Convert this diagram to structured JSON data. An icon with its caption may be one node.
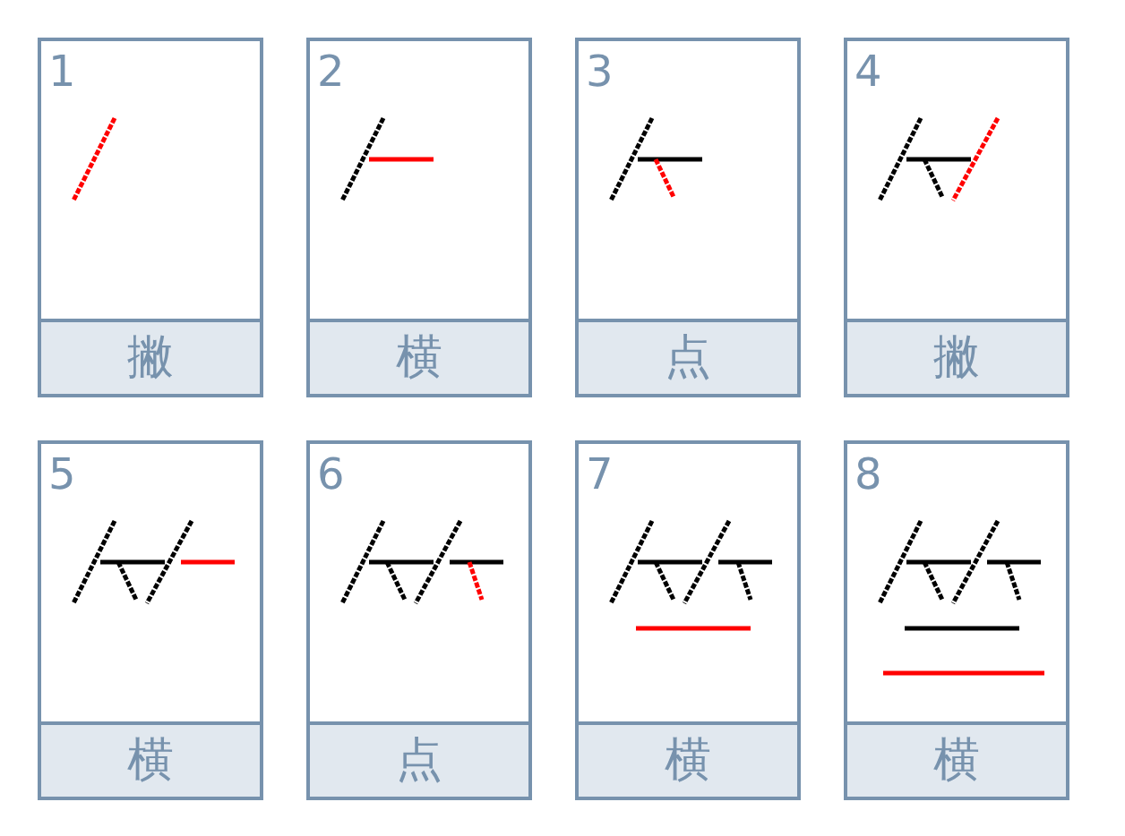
{
  "diagram": {
    "nodes": [
      {
        "text": [
          "1",
          "撇"
        ]
      },
      {
        "text": [
          "2",
          "横"
        ]
      },
      {
        "text": [
          "3",
          "点"
        ]
      },
      {
        "text": [
          "4",
          "撇"
        ]
      },
      {
        "text": [
          "5",
          "横"
        ]
      },
      {
        "text": [
          "6",
          "点"
        ]
      },
      {
        "text": [
          "7",
          "横"
        ]
      },
      {
        "text": [
          "8",
          "横"
        ]
      }
    ]
  }
}
